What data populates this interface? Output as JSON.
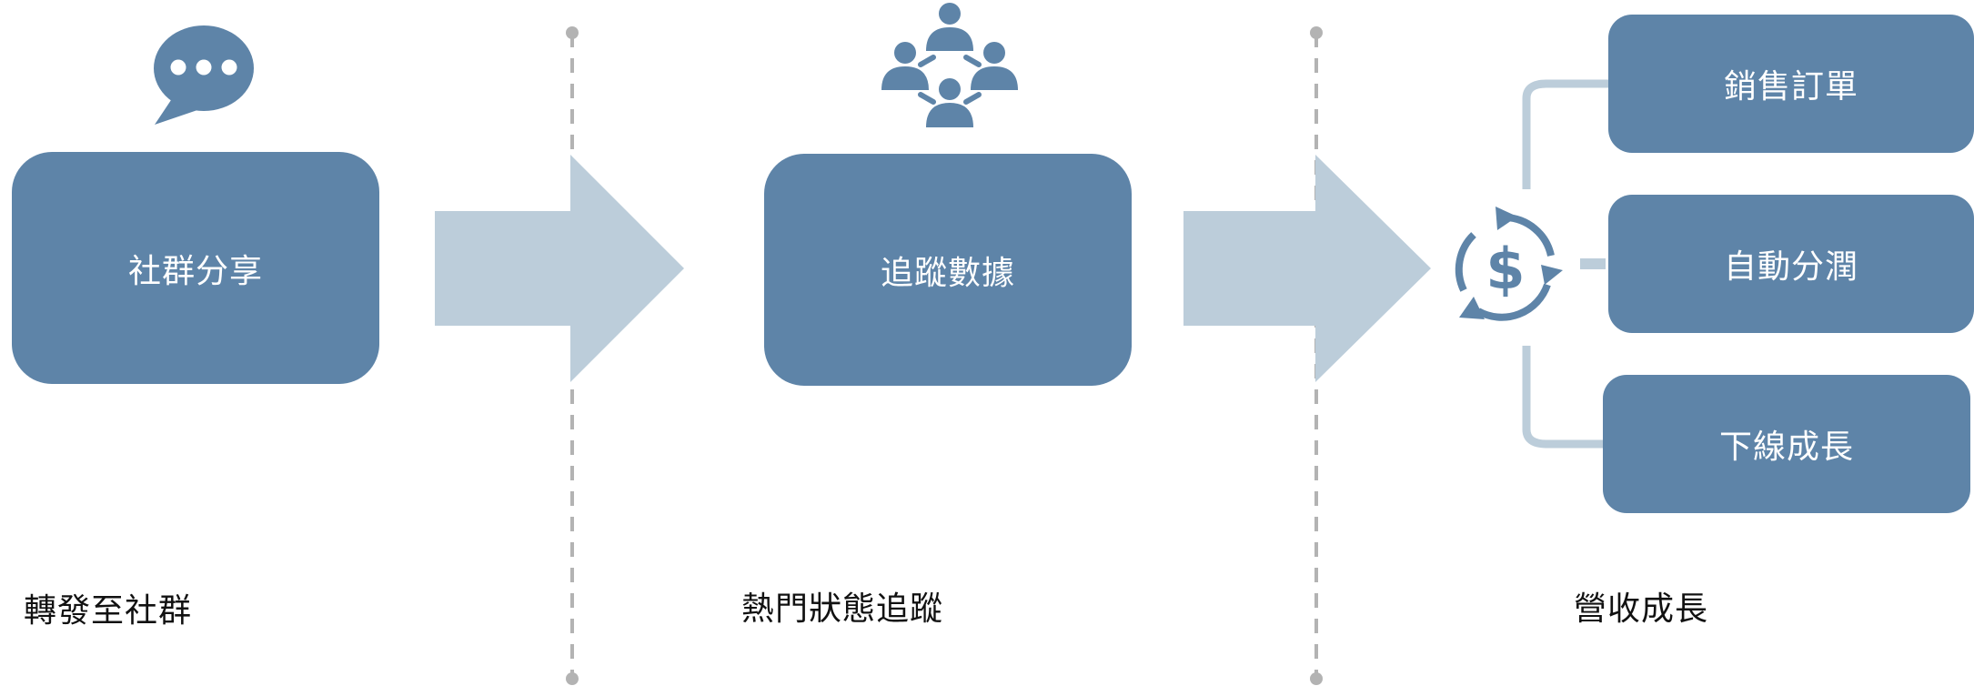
{
  "stages": [
    {
      "box_label": "社群分享",
      "caption": "轉發至社群",
      "icon": "speech-bubble-icon"
    },
    {
      "box_label": "追蹤數據",
      "caption": "熱門狀態追蹤",
      "icon": "people-network-icon"
    },
    {
      "caption": "營收成長",
      "icon": "dollar-cycle-icon"
    }
  ],
  "outcomes": [
    {
      "label": "銷售訂單"
    },
    {
      "label": "自動分潤"
    },
    {
      "label": "下線成長"
    }
  ],
  "colors": {
    "box": "#5e84a8",
    "arrow": "#bccdda",
    "connector": "#bccdda",
    "divider": "#b3b3b3",
    "text_on_box": "#ffffff",
    "caption": "#111111"
  }
}
